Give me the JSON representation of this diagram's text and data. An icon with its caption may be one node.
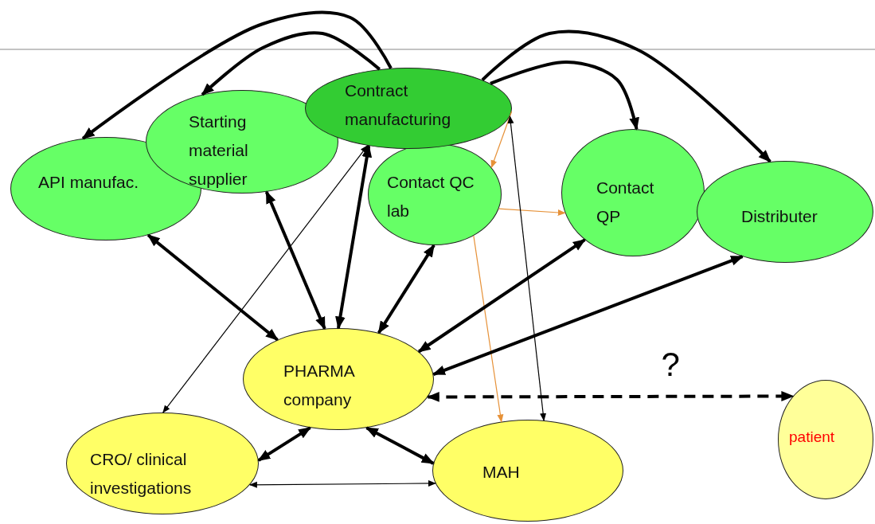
{
  "diagram": {
    "nodes": [
      {
        "text": [
          "API manufac."
        ]
      },
      {
        "text": [
          "Starting material supplier"
        ]
      },
      {
        "text": [
          "Contract manufacturing"
        ]
      },
      {
        "text": [
          "Contact QC lab"
        ]
      },
      {
        "text": [
          "Contact QP"
        ]
      },
      {
        "text": [
          "Distributer"
        ]
      },
      {
        "text": [
          "PHARMA company"
        ]
      },
      {
        "text": [
          "CRO/ clinical investigations"
        ]
      },
      {
        "text": [
          "MAH"
        ]
      },
      {
        "text": [
          "patient"
        ]
      }
    ],
    "edges": [
      {
        "from": 2,
        "to": 0,
        "arrow": "to"
      },
      {
        "from": 2,
        "to": 1,
        "arrow": "to"
      },
      {
        "from": 2,
        "to": 4,
        "arrow": "to"
      },
      {
        "from": 2,
        "to": 5,
        "arrow": "to"
      },
      {
        "from": 2,
        "to": 3,
        "arrow": "to",
        "color": "#e69138"
      },
      {
        "from": 3,
        "to": 4,
        "arrow": "to",
        "color": "#e69138"
      },
      {
        "from": 3,
        "to": 8,
        "arrow": "to",
        "color": "#e69138"
      },
      {
        "from": 8,
        "to": 2,
        "arrow": "both"
      },
      {
        "from": 7,
        "to": 2,
        "arrow": "both"
      },
      {
        "from": 0,
        "to": 6,
        "arrow": "both"
      },
      {
        "from": 1,
        "to": 6,
        "arrow": "both"
      },
      {
        "from": 2,
        "to": 6,
        "arrow": "both"
      },
      {
        "from": 3,
        "to": 6,
        "arrow": "both"
      },
      {
        "from": 4,
        "to": 6,
        "arrow": "both"
      },
      {
        "from": 5,
        "to": 6,
        "arrow": "both"
      },
      {
        "from": 6,
        "to": 9,
        "arrow": "both",
        "style": "dashed",
        "label": "?"
      },
      {
        "from": 6,
        "to": 7,
        "arrow": "both"
      },
      {
        "from": 6,
        "to": 8,
        "arrow": "both"
      },
      {
        "from": 7,
        "to": 8,
        "arrow": "both"
      }
    ]
  }
}
